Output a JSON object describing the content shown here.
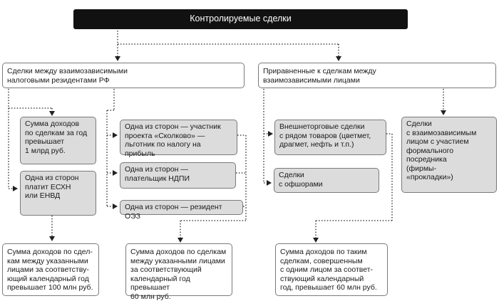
{
  "title": "Контролируемые сделки",
  "branches": {
    "residents": {
      "label": "Сделки между взаимозависимыми\nналоговыми резидентами РФ",
      "income_1bn": "Сумма доходов\nпо сделкам за год\nпревышает\n1 млрд руб.",
      "eshn_envd": "Одна из сторон\nплатит ЕСХН\nили ЕНВД",
      "skolkovo": "Одна из сторон — участник\nпроекта «Сколково» —\nльготник по налогу на прибыль",
      "ndpi": "Одна из сторон —\nплательщик НДПИ",
      "oez": "Одна из сторон — резидент ОЭЗ",
      "result_100m": "Сумма доходов по сдел-\nкам между указанными\nлицами за соответству-\nющий календарный год\nпревышает 100 млн руб.",
      "result_60m": "Сумма доходов по сделкам\nмежду указанными лицами\nза соответствующий\nкалендарный год превышает\n60 млн руб."
    },
    "equivalent": {
      "label": "Приравненные к сделкам между\nвзаимозависимыми лицами",
      "foreign_trade": "Внешнеторговые сделки\nс рядом товаров (цветмет,\nдрагмет, нефть и т.п.)",
      "offshore": "Сделки\nс офшорами",
      "intermediary": "Сделки\nс взаимозависимым\nлицом с участием\nформального\nпосредника\n(фирмы-\n«прокладки»)",
      "result_60m": "Сумма доходов по таким\nсделкам, совершенным\nс одним лицом за соответ-\nствующий календарный\nгод, превышает 60 млн руб."
    }
  }
}
